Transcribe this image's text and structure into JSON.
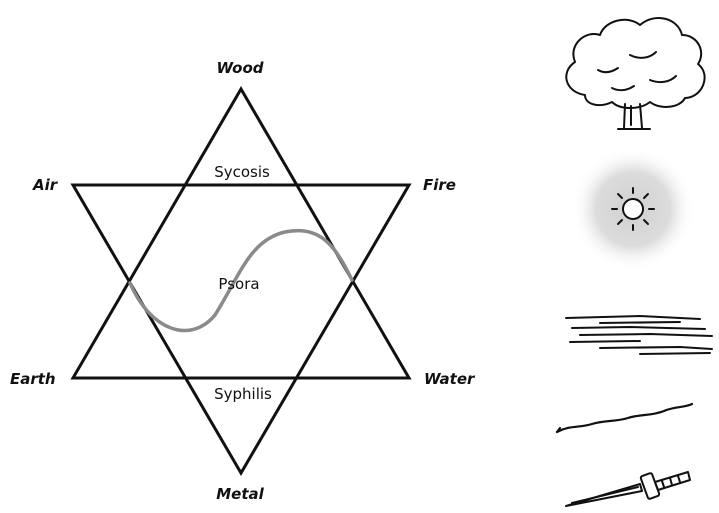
{
  "diagram": {
    "vertices": {
      "top": "Wood",
      "upper_left": "Air",
      "upper_right": "Fire",
      "lower_left": "Earth",
      "lower_right": "Water",
      "bottom": "Metal"
    },
    "regions": {
      "top": "Sycosis",
      "center": "Psora",
      "bottom": "Syphilis"
    }
  },
  "icons": [
    "tree-icon",
    "sun-icon",
    "water-icon",
    "earth-icon",
    "metal-dagger-icon"
  ],
  "colors": {
    "line": "#111111",
    "wave": "#8a8a8a",
    "sun_glow": "#d6d6d6",
    "background": "#ffffff"
  }
}
